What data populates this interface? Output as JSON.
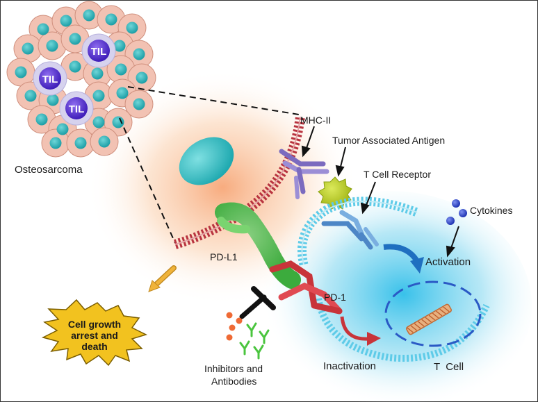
{
  "labels": {
    "osteosarcoma": "Osteosarcoma",
    "mhc": "MHC-II",
    "taa": "Tumor Associated Antigen",
    "tcr": "T Cell Receptor",
    "cytokines": "Cytokines",
    "activation": "Activation",
    "pdl1": "PD-L1",
    "pd1": "PD-1",
    "tcell": "T  Cell",
    "inactivation": "Inactivation",
    "inhibitors_line1": "Inhibitors and",
    "inhibitors_line2": "Antibodies",
    "arrest_line1": "Cell growth",
    "arrest_line2": "arrest and",
    "arrest_line3": "death",
    "til": "TIL"
  },
  "colors": {
    "tumor_cell": "#f2c2b3",
    "tumor_nucleus": "#3fc3c7",
    "til_cell": "#d6d2ee",
    "til_nucleus": "#5a2fd8",
    "membrane_tumor": "#b8333f",
    "membrane_tcell": "#5ecbe8",
    "tcell_glow": "#6fd3ef",
    "tumor_glow": "#f7a778",
    "antigen": "#b9cc1f",
    "mhc": "#8a7ac9",
    "tcr": "#5b95d0",
    "pdl1": "#6ed06a",
    "pd1": "#d33a44",
    "cytokine": "#2f49c9",
    "inhibitor_dot": "#ef6a35",
    "antibody": "#4ac53e",
    "starburst": "#f2c21f",
    "pointer_arrow": "#f0b33a",
    "curved_arrow": "#1f6fc0",
    "inactivation_arrow": "#c8343a"
  }
}
